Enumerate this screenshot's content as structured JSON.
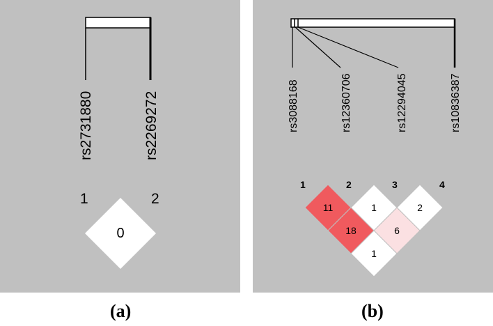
{
  "panel_a": {
    "caption": "(a)",
    "snps": [
      "rs2731880",
      "rs2269272"
    ],
    "indices": [
      "1",
      "2"
    ],
    "ld_cells": [
      {
        "pair": "1-2",
        "value": "0",
        "color": "#ffffff"
      }
    ]
  },
  "panel_b": {
    "caption": "(b)",
    "snps": [
      "rs3088168",
      "rs12360706",
      "rs12294045",
      "rs10836387"
    ],
    "indices": [
      "1",
      "2",
      "3",
      "4"
    ],
    "ld_cells": [
      {
        "pair": "1-2",
        "value": "11",
        "color": "#f05a5e"
      },
      {
        "pair": "2-3",
        "value": "1",
        "color": "#ffffff"
      },
      {
        "pair": "3-4",
        "value": "2",
        "color": "#ffffff"
      },
      {
        "pair": "1-3",
        "value": "18",
        "color": "#f05a5e"
      },
      {
        "pair": "2-4",
        "value": "6",
        "color": "#fbe0e2"
      },
      {
        "pair": "1-4",
        "value": "1",
        "color": "#ffffff"
      }
    ]
  },
  "colors": {
    "background": "#c0c0c0",
    "strong_ld": "#f05a5e",
    "weak_ld": "#fbe0e2",
    "no_ld": "#ffffff"
  }
}
